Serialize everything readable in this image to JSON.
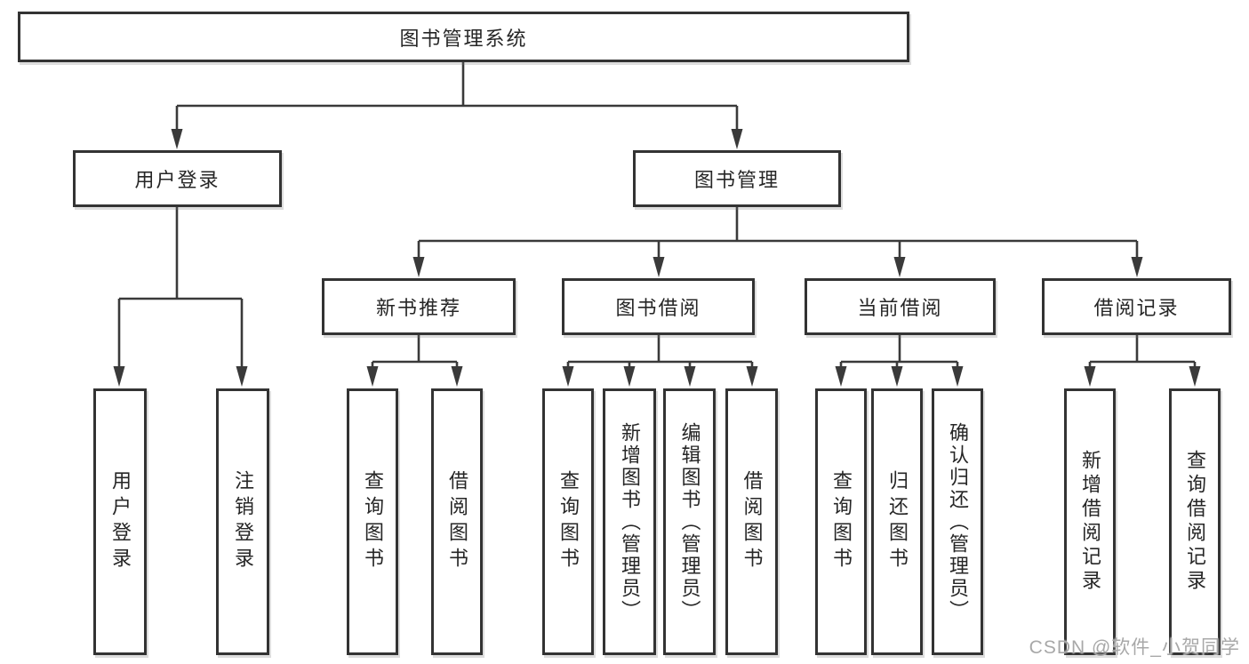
{
  "canvas": {
    "background": "#ffffff",
    "line_color": "#3a3a3a",
    "box_border_color": "#333333",
    "text_color": "#262626",
    "watermark_color": "#a8a8a8"
  },
  "watermark": {
    "text": "CSDN @软件_小贺同学"
  },
  "tree": {
    "root": {
      "label": "图书管理系统"
    },
    "branches": [
      {
        "label": "用户登录",
        "children": [
          {
            "label": "用户登录"
          },
          {
            "label": "注销登录"
          }
        ]
      },
      {
        "label": "图书管理",
        "children": [
          {
            "label": "新书推荐",
            "children": [
              {
                "label": "查询图书"
              },
              {
                "label": "借阅图书"
              }
            ]
          },
          {
            "label": "图书借阅",
            "children": [
              {
                "label": "查询图书"
              },
              {
                "label": "新增图书（管理员）"
              },
              {
                "label": "编辑图书（管理员）"
              },
              {
                "label": "借阅图书"
              }
            ]
          },
          {
            "label": "当前借阅",
            "children": [
              {
                "label": "查询图书"
              },
              {
                "label": "归还图书"
              },
              {
                "label": "确认归还（管理员）"
              }
            ]
          },
          {
            "label": "借阅记录",
            "children": [
              {
                "label": "新增借阅记录"
              },
              {
                "label": "查询借阅记录"
              }
            ]
          }
        ]
      }
    ]
  }
}
